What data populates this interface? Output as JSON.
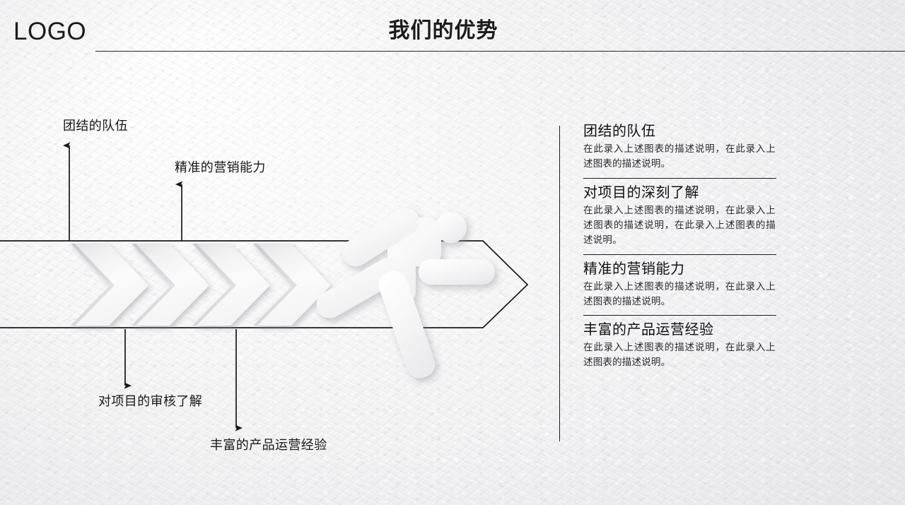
{
  "header": {
    "logo": "LOGO",
    "title": "我们的优势"
  },
  "diagram": {
    "labels": [
      {
        "text": "团结的队伍",
        "direction": "up"
      },
      {
        "text": "精准的营销能力",
        "direction": "up"
      },
      {
        "text": "对项目的审核了解",
        "direction": "down"
      },
      {
        "text": "丰富的产品运营经验",
        "direction": "down"
      }
    ],
    "icon": "running-man-icon",
    "chevron_count": 4,
    "arrow_outline": "right-arrow-outline"
  },
  "list": {
    "items": [
      {
        "title": "团结的队伍",
        "desc": "在此录入上述图表的描述说明，在此录入上述图表的描述说明。"
      },
      {
        "title": "对项目的深刻了解",
        "desc": "在此录入上述图表的描述说明，在此录入上述图表的描述说明，在此录入上述图表的描述说明。"
      },
      {
        "title": "精准的营销能力",
        "desc": "在此录入上述图表的描述说明，在此录入上述图表的描述说明。"
      },
      {
        "title": "丰富的产品运营经验",
        "desc": "在此录入上述图表的描述说明，在此录入上述图表的描述说明。"
      }
    ]
  },
  "colors": {
    "text": "#101012",
    "line": "#1d1d20",
    "background": "#f2f2f3",
    "chevron": "#f4f4f5"
  }
}
